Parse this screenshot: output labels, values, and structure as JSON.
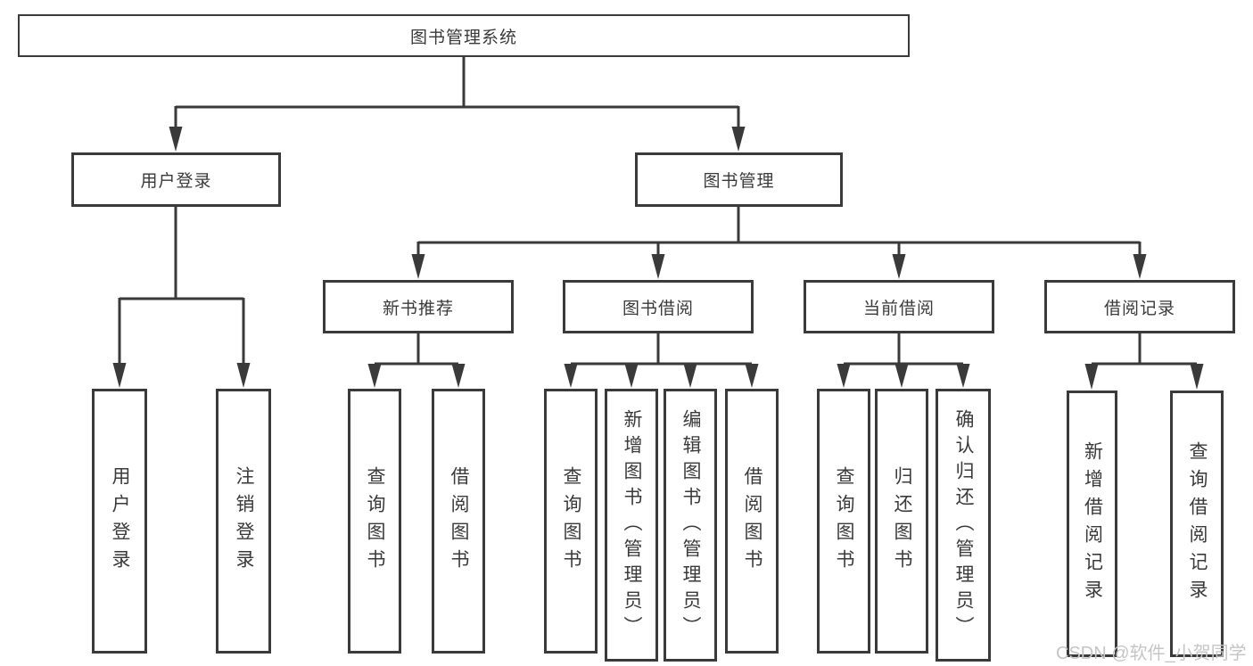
{
  "diagram": {
    "root": {
      "label": "图书管理系统"
    },
    "branches": [
      {
        "label": "用户登录",
        "children": [
          {
            "label": "用户登录"
          },
          {
            "label": "注销登录"
          }
        ]
      },
      {
        "label": "图书管理",
        "children": [
          {
            "label": "新书推荐",
            "children": [
              {
                "label": "查询图书"
              },
              {
                "label": "借阅图书"
              }
            ]
          },
          {
            "label": "图书借阅",
            "children": [
              {
                "label": "查询图书"
              },
              {
                "label": "新增图书（管理员）"
              },
              {
                "label": "编辑图书（管理员）"
              },
              {
                "label": "借阅图书"
              }
            ]
          },
          {
            "label": "当前借阅",
            "children": [
              {
                "label": "查询图书"
              },
              {
                "label": "归还图书"
              },
              {
                "label": "确认归还（管理员）"
              }
            ]
          },
          {
            "label": "借阅记录",
            "children": [
              {
                "label": "新增借阅记录"
              },
              {
                "label": "查询借阅记录"
              }
            ]
          }
        ]
      }
    ]
  },
  "watermark": {
    "text": "CSDN @软件_小贺同学",
    "color": "#c5c5c5"
  },
  "colors": {
    "line": "#3a3a3a",
    "text": "#3a3a3a",
    "background": "#ffffff"
  }
}
